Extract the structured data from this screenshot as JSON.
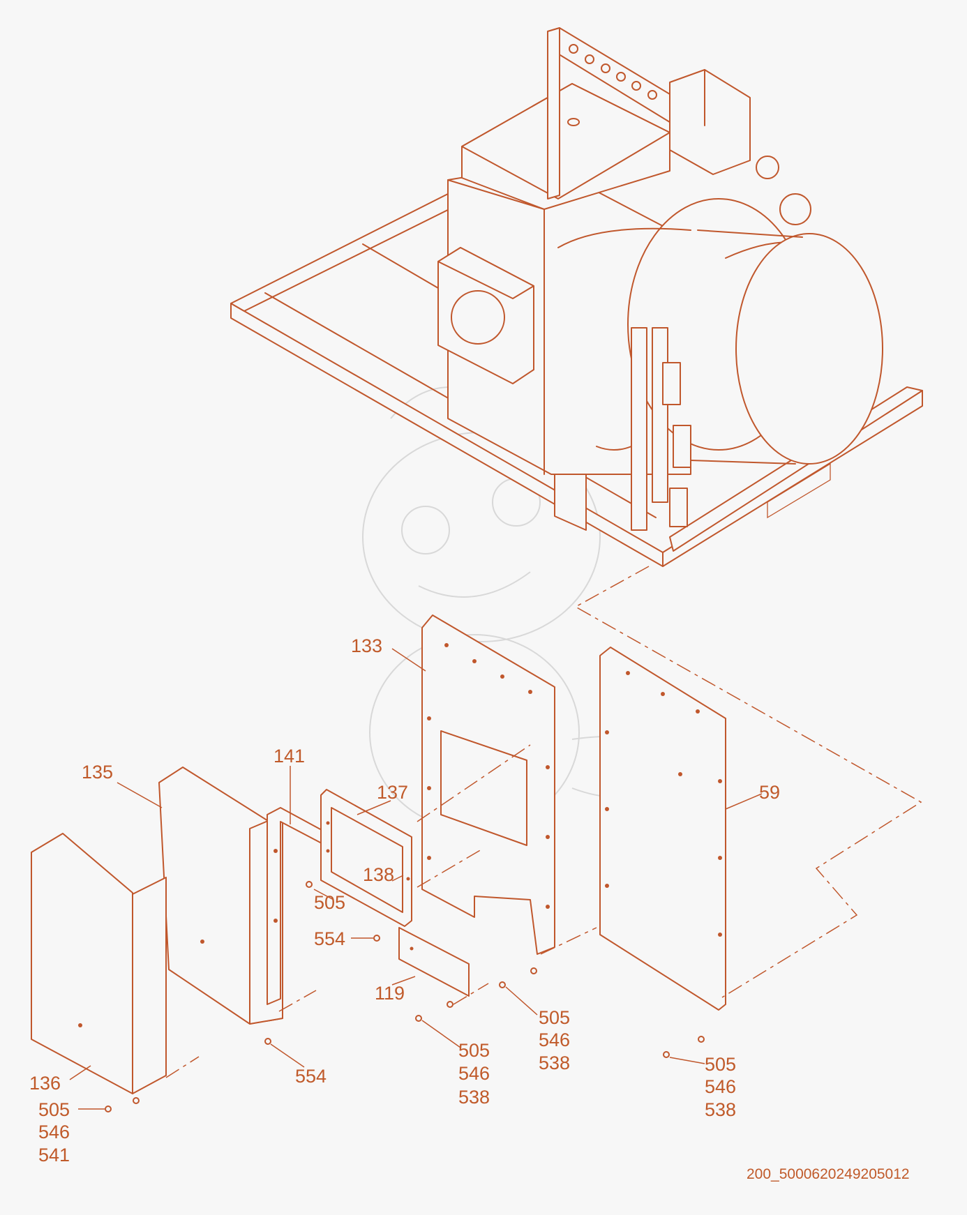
{
  "diagram": {
    "document_id": "200_5000620249205012",
    "accent_color": "#c05a2a",
    "callouts": {
      "c133": "133",
      "c135": "135",
      "c141": "141",
      "c137": "137",
      "c59": "59",
      "c138": "138",
      "c505a": "505",
      "c554a": "554",
      "c119": "119",
      "c136": "136",
      "c554b": "554",
      "c505b": "505",
      "c546b": "546",
      "c538b": "538",
      "c505c": "505",
      "c546c": "546",
      "c538c": "538",
      "c505d": "505",
      "c546d": "546",
      "c538d": "538",
      "c505e": "505",
      "c546e": "546",
      "c541e": "541"
    }
  }
}
